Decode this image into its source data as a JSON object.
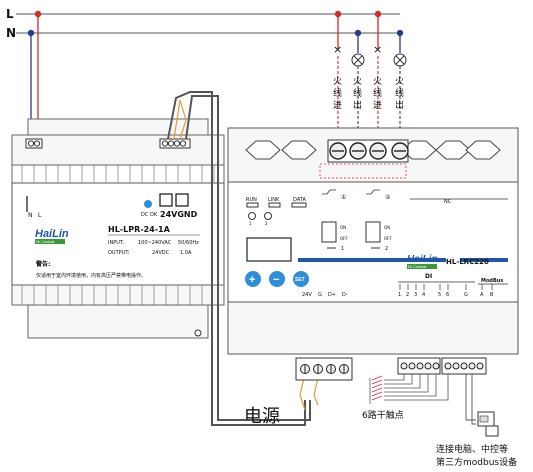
{
  "lines": {
    "live": "L",
    "neutral": "N"
  },
  "colors": {
    "live": "#d42a2a",
    "neutral": "#2b3a8c",
    "brand": "#1e56a8",
    "brand_green": "#3a9a3a",
    "device_body": "#f4f4f4",
    "wire_orange": "#e09a3a",
    "wire_dark": "#555555"
  },
  "psu": {
    "brand": "HaiLin",
    "brand_sub": "HL Controls",
    "model": "HL-LPR-24-1A",
    "dc_ok": "DC OK",
    "out_labels": "24VGND",
    "input_label": "INPUT:",
    "input_value": "100~240VAC",
    "input_freq": "50/60Hz",
    "output_label": "OUTPUT:",
    "output_value": "24VDC",
    "output_current": "1.0A",
    "warning_title": "警告:",
    "warning_text": "仅适用于室内环境使用，内有高压严禁带电操作。",
    "terminal_n": "N",
    "terminal_l": "L"
  },
  "controller": {
    "brand": "HaiLin",
    "brand_sub": "HL Controls",
    "model": "HL-LRC220",
    "led_run": "RUN",
    "led_link": "LINK",
    "led_data": "DATA",
    "relay1": "①",
    "relay2": "②",
    "nc": "NC",
    "switch1_on": "ON",
    "switch1_off": "OFF",
    "switch1_label": "1",
    "switch2_on": "ON",
    "switch2_off": "OFF",
    "switch2_label": "2",
    "btn_plus": "+",
    "btn_minus": "−",
    "btn_set": "SET",
    "di_label": "DI",
    "modbus_label": "ModBus",
    "port_labels": [
      "1",
      "2",
      "3",
      "4",
      "5",
      "6",
      "G",
      "A",
      "B"
    ],
    "power_labels": [
      "24V",
      "G",
      "D+",
      "D-"
    ]
  },
  "loads": [
    {
      "text": [
        "火",
        "线",
        "进"
      ]
    },
    {
      "text": [
        "火",
        "线",
        "出"
      ]
    },
    {
      "text": [
        "火",
        "线",
        "进"
      ]
    },
    {
      "text": [
        "火",
        "线",
        "出"
      ]
    }
  ],
  "annotations": {
    "power": "电源",
    "dry_contacts": "6路干触点",
    "computer_line1": "连接电脑、中控等",
    "computer_line2": "第三方modbus设备"
  }
}
